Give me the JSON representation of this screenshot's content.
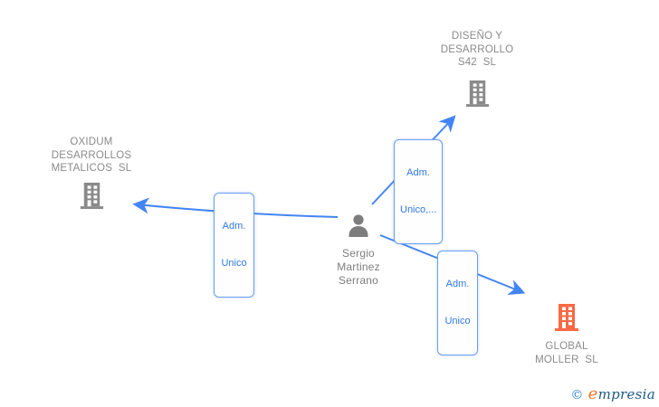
{
  "colors": {
    "edge_blue": "#4285f4",
    "edge_label_text": "#2f78e0",
    "edge_label_border": "#6ba0f3",
    "company_icon_gray": "#8a8a8a",
    "company_icon_orange": "#fa6a45",
    "node_text_gray": "#8a8a8a",
    "person_text_gray": "#7d7d7d",
    "watermark_copyright_blue": "#2e86c8",
    "watermark_orange": "#ee7623",
    "watermark_dark_blue": "#1c5a85"
  },
  "nodes": {
    "disenio": {
      "lines": [
        "DISEÑO Y",
        "DESARROLLO",
        "S42  SL"
      ]
    },
    "oxidum": {
      "lines": [
        "OXIDUM",
        "DESARROLLOS",
        "METALICOS  SL"
      ]
    },
    "person": {
      "lines": [
        "Sergio",
        "Martinez",
        "Serrano"
      ]
    },
    "global": {
      "lines": [
        "GLOBAL",
        "MOLLER  SL"
      ]
    }
  },
  "edges": {
    "person_to_disenio": {
      "label_lines": [
        "Adm.",
        "Unico,..."
      ]
    },
    "person_to_oxidum": {
      "label_lines": [
        "Adm.",
        "Unico"
      ]
    },
    "person_to_global": {
      "label_lines": [
        "Adm.",
        "Unico"
      ]
    }
  },
  "watermark": {
    "copyright": "©",
    "brand_initial": "e",
    "brand_rest": "mpresia"
  }
}
